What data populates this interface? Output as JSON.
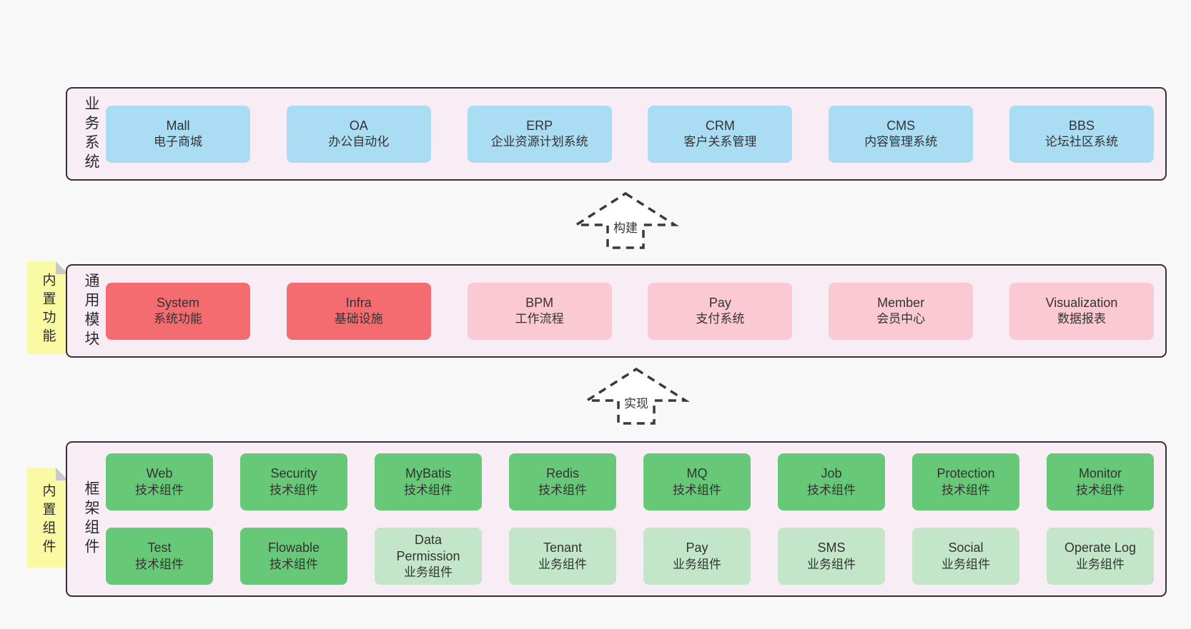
{
  "colors": {
    "page_bg": "#f8f8f8",
    "container_bg": "#f8edf5",
    "container_border": "#333333",
    "blue": "#aadcf4",
    "red": "#f56c70",
    "pink": "#fbc9d3",
    "green": "#67c877",
    "light_green": "#c2e6c7",
    "sticky_yellow": "#fafaa5",
    "fold_gray": "#c9c9c9",
    "text": "#333333"
  },
  "arrows": [
    {
      "label": "构建"
    },
    {
      "label": "实现"
    }
  ],
  "sections": {
    "business": {
      "label": "业务系统",
      "boxes": [
        {
          "title": "Mall",
          "subtitle": "电子商城",
          "variant": "blue"
        },
        {
          "title": "OA",
          "subtitle": "办公自动化",
          "variant": "blue"
        },
        {
          "title": "ERP",
          "subtitle": "企业资源计划系统",
          "variant": "blue"
        },
        {
          "title": "CRM",
          "subtitle": "客户关系管理",
          "variant": "blue"
        },
        {
          "title": "CMS",
          "subtitle": "内容管理系统",
          "variant": "blue"
        },
        {
          "title": "BBS",
          "subtitle": "论坛社区系统",
          "variant": "blue"
        }
      ]
    },
    "modules": {
      "label": "通用模块",
      "sticky": "内置功能",
      "boxes": [
        {
          "title": "System",
          "subtitle": "系统功能",
          "variant": "red"
        },
        {
          "title": "Infra",
          "subtitle": "基础设施",
          "variant": "red"
        },
        {
          "title": "BPM",
          "subtitle": "工作流程",
          "variant": "pink"
        },
        {
          "title": "Pay",
          "subtitle": "支付系统",
          "variant": "pink"
        },
        {
          "title": "Member",
          "subtitle": "会员中心",
          "variant": "pink"
        },
        {
          "title": "Visualization",
          "subtitle": "数据报表",
          "variant": "pink"
        }
      ]
    },
    "components": {
      "label": "框架组件",
      "sticky": "内置组件",
      "row1": [
        {
          "title": "Web",
          "subtitle": "技术组件",
          "variant": "green"
        },
        {
          "title": "Security",
          "subtitle": "技术组件",
          "variant": "green"
        },
        {
          "title": "MyBatis",
          "subtitle": "技术组件",
          "variant": "green"
        },
        {
          "title": "Redis",
          "subtitle": "技术组件",
          "variant": "green"
        },
        {
          "title": "MQ",
          "subtitle": "技术组件",
          "variant": "green"
        },
        {
          "title": "Job",
          "subtitle": "技术组件",
          "variant": "green"
        },
        {
          "title": "Protection",
          "subtitle": "技术组件",
          "variant": "green"
        },
        {
          "title": "Monitor",
          "subtitle": "技术组件",
          "variant": "green"
        }
      ],
      "row2": [
        {
          "title": "Test",
          "subtitle": "技术组件",
          "variant": "green"
        },
        {
          "title": "Flowable",
          "subtitle": "技术组件",
          "variant": "green"
        },
        {
          "title": "Data Permission",
          "subtitle": "业务组件",
          "variant": "light_green"
        },
        {
          "title": "Tenant",
          "subtitle": "业务组件",
          "variant": "light_green"
        },
        {
          "title": "Pay",
          "subtitle": "业务组件",
          "variant": "light_green"
        },
        {
          "title": "SMS",
          "subtitle": "业务组件",
          "variant": "light_green"
        },
        {
          "title": "Social",
          "subtitle": "业务组件",
          "variant": "light_green"
        },
        {
          "title": "Operate Log",
          "subtitle": "业务组件",
          "variant": "light_green"
        }
      ]
    }
  }
}
